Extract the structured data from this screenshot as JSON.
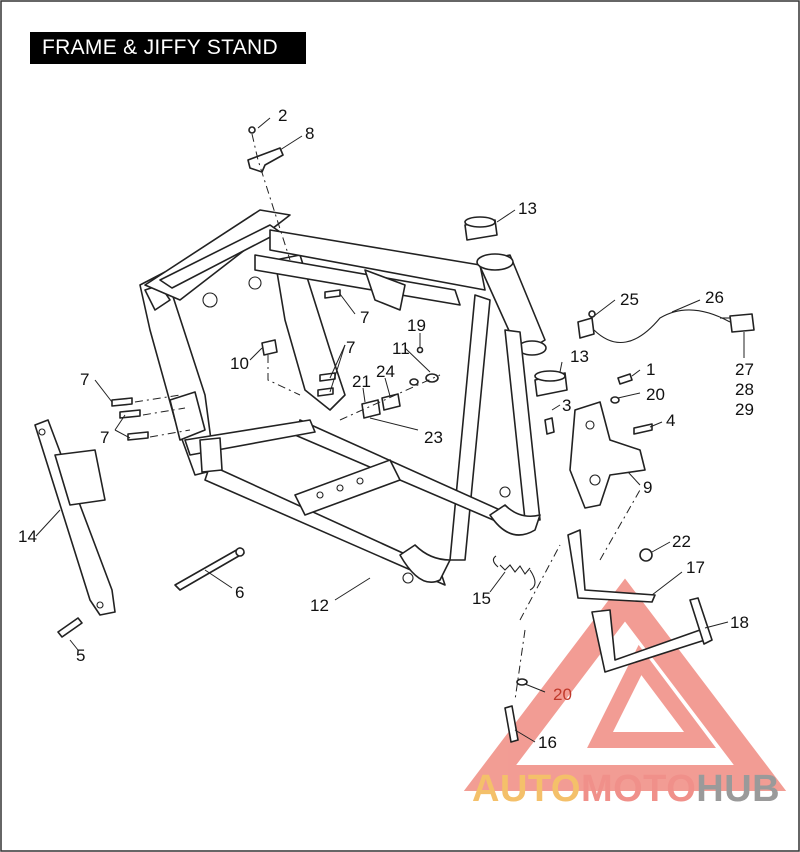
{
  "title": "FRAME & JIFFY STAND",
  "callouts": {
    "c1": "1",
    "c2": "2",
    "c3": "3",
    "c4": "4",
    "c5": "5",
    "c6": "6",
    "c7a": "7",
    "c7b": "7",
    "c7c": "7",
    "c7d": "7",
    "c8": "8",
    "c9": "9",
    "c10": "10",
    "c11": "11",
    "c12": "12",
    "c13a": "13",
    "c13b": "13",
    "c14": "14",
    "c15": "15",
    "c16": "16",
    "c17": "17",
    "c18": "18",
    "c19": "19",
    "c20a": "20",
    "c20b": "20",
    "c21": "21",
    "c22": "22",
    "c23": "23",
    "c24": "24",
    "c26": "26",
    "c25": "25",
    "c27": "27",
    "c28": "28",
    "c29": "29"
  },
  "watermark": {
    "part1": "AUTO",
    "part2": "MOTO",
    "part3": "HUB",
    "color_red": "#e84c3d",
    "color_orange": "#f4b24a",
    "color_gray": "#8a8a8a"
  }
}
